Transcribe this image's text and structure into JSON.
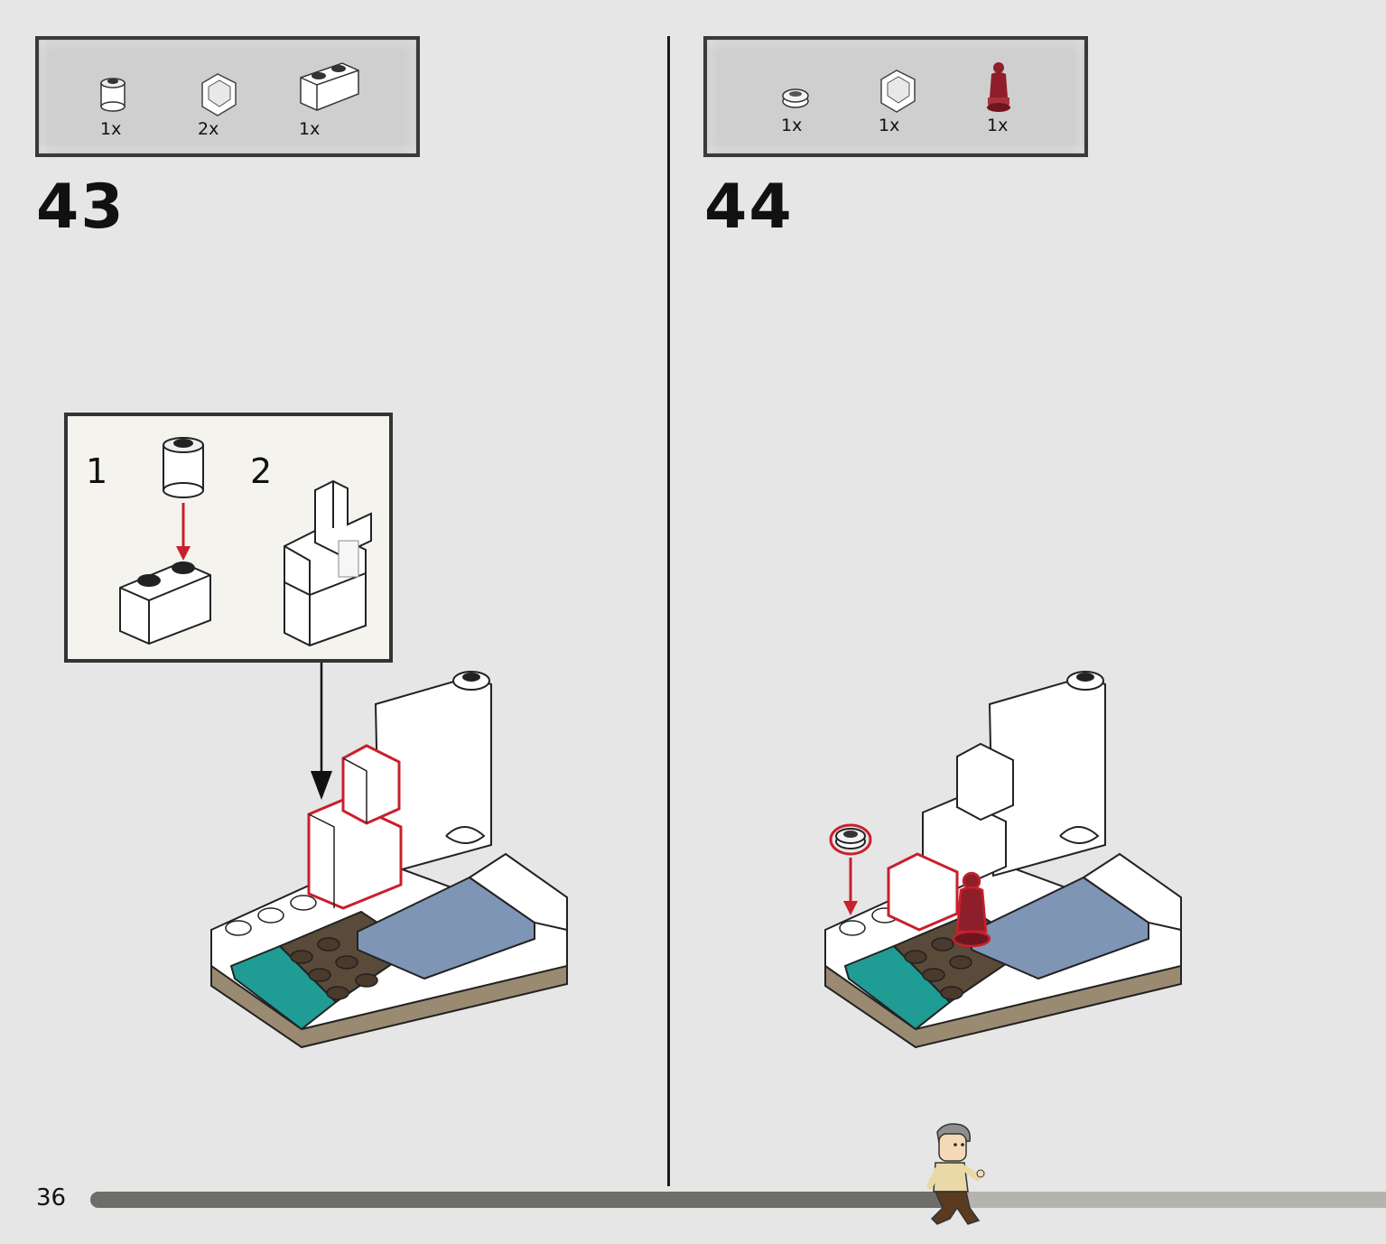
{
  "page": {
    "number": "36",
    "progress_fraction": 0.66
  },
  "steps": [
    {
      "number": "43",
      "parts": [
        {
          "qty": "1x",
          "icon": "round-brick-1x1-white-icon"
        },
        {
          "qty": "2x",
          "icon": "corner-panel-white-icon"
        },
        {
          "qty": "1x",
          "icon": "brick-1x2-white-icon"
        }
      ],
      "substeps": [
        "1",
        "2"
      ]
    },
    {
      "number": "44",
      "parts": [
        {
          "qty": "1x",
          "icon": "round-plate-white-icon"
        },
        {
          "qty": "1x",
          "icon": "corner-panel-white-icon"
        },
        {
          "qty": "1x",
          "icon": "statuette-dark-red-icon"
        }
      ]
    }
  ],
  "colors": {
    "background": "#e6e6e6",
    "highlight": "#c8202c",
    "teal": "#1f9c94",
    "blue_tile": "#7f95b5",
    "brown_base": "#9a8a72",
    "dark_brown": "#5a4a3a",
    "dark_red": "#8e1f2a"
  }
}
